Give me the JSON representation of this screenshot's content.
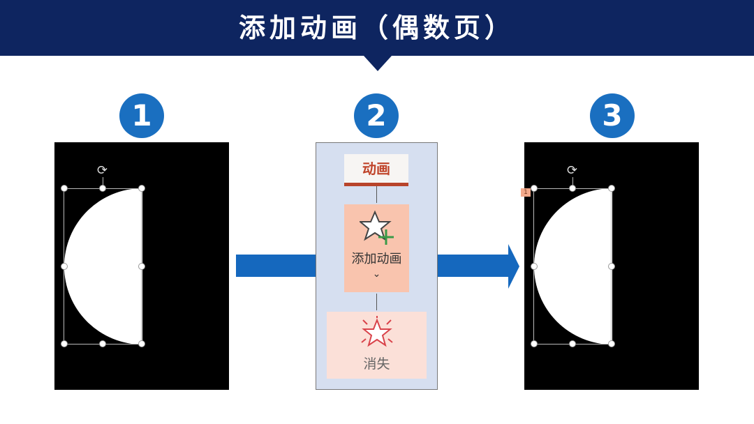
{
  "header": {
    "title": "添加动画（偶数页）",
    "background_color": "#0e2560"
  },
  "steps": [
    {
      "number": "1",
      "badge_color": "#1a6fc0"
    },
    {
      "number": "2",
      "badge_color": "#1a6fc0"
    },
    {
      "number": "3",
      "badge_color": "#1a6fc0"
    }
  ],
  "step1": {
    "shape": "half-circle (white, selected)",
    "rotate_icon": "⟳"
  },
  "step2": {
    "tab_label": "动画",
    "add_animation_label": "添加动画",
    "add_animation_icon": "star-plus-icon",
    "dropdown_chevron": "⌄",
    "exit_effect_label": "消失",
    "exit_effect_icon": "star-burst-icon"
  },
  "step3": {
    "shape": "half-circle (white, selected, animated)",
    "rotate_icon": "⟳",
    "animation_tag": "1"
  },
  "arrows": {
    "color": "#1568be"
  }
}
